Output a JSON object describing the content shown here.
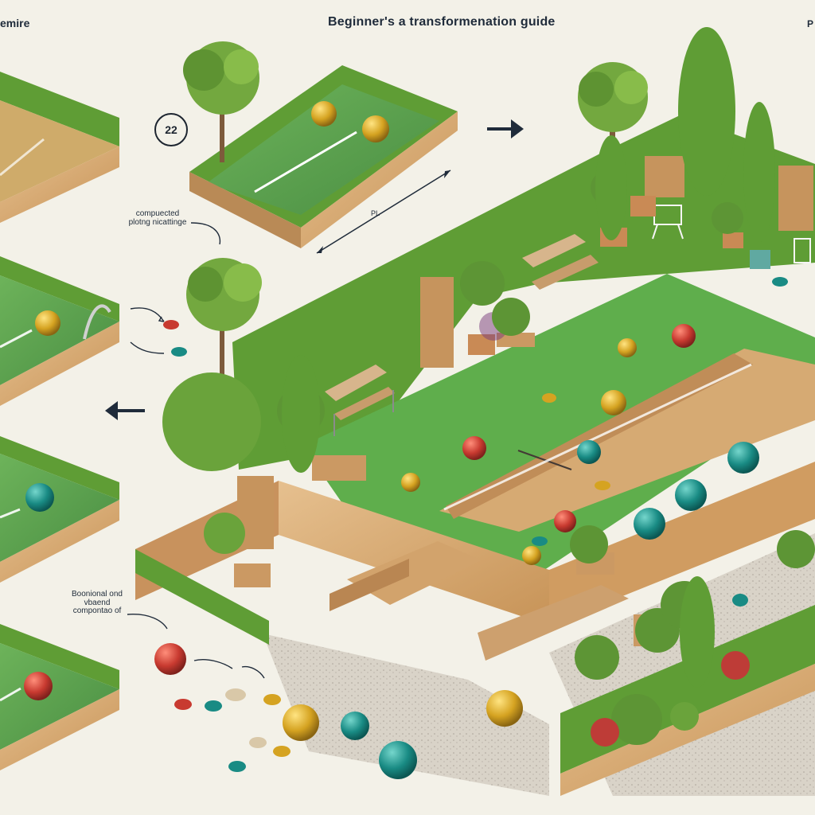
{
  "title": "Beginner's a transformenation guide",
  "corner_left": "emire",
  "corner_right": "P",
  "step_number": "22",
  "note_a": [
    "compuected",
    "plotng nicattinge"
  ],
  "note_b": [
    "Boonional ond",
    "vbaend",
    "compontao of"
  ],
  "small_tag": "PL",
  "icons": [
    "arrow-right-icon",
    "arrow-left-icon",
    "arrow-double-icon",
    "curved-arrow-icon"
  ],
  "colors": {
    "background": "#f3f1e8",
    "hedge": "#5f9d35",
    "turf": "#58a54d",
    "wood": "#d9b17a",
    "text": "#1f2b3a",
    "red_ball": "#c83a30",
    "gold_ball": "#d5a321",
    "teal_ball": "#198b84"
  }
}
